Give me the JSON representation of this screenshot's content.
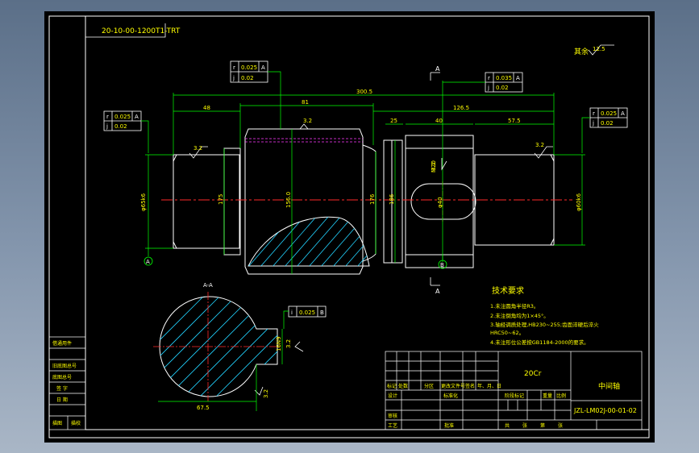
{
  "drawing": {
    "part_code_top": "20-10-00-1200T1-TRT",
    "roughness_rest": "其余",
    "roughness_rest_value": "12.5",
    "roughness_labels": {
      "r1": "3.2",
      "r2": "3.2",
      "r3": "3.2",
      "r4": "3.2",
      "r5": "3.2",
      "r6": "3.2"
    },
    "tolerance_frames": {
      "left": [
        {
          "sym": "r",
          "val": "0.025",
          "ref": "A"
        },
        {
          "sym": "j",
          "val": "0.02",
          "ref": ""
        }
      ],
      "top_left": [
        {
          "sym": "r",
          "val": "0.025",
          "ref": "A"
        },
        {
          "sym": "j",
          "val": "0.02",
          "ref": ""
        }
      ],
      "top_right": [
        {
          "sym": "r",
          "val": "0.035",
          "ref": "A"
        },
        {
          "sym": "j",
          "val": "0.02",
          "ref": ""
        }
      ],
      "right": [
        {
          "sym": "r",
          "val": "0.025",
          "ref": "A"
        },
        {
          "sym": "j",
          "val": "0.02",
          "ref": ""
        }
      ],
      "section": [
        {
          "sym": "i",
          "val": "0.025",
          "ref": "B"
        }
      ]
    },
    "dims": {
      "overall": "300.5",
      "d48": "48",
      "d81": "81",
      "d125": "126.5",
      "d25": "25",
      "d40": "40",
      "d57": "57.5",
      "dia175": "175",
      "dia1005": "156.0",
      "dia176": "176",
      "dia186": "186",
      "left_shaft": "φ65k6",
      "right_shaft": "φ60k6",
      "key_w": "φ40",
      "key_d": "M20",
      "sec_width": "16N9",
      "sec_depth": "67.5"
    },
    "datums": {
      "a": "A",
      "b": "B"
    },
    "section_label": "A-A",
    "tech_title": "技术要求",
    "tech_lines": [
      "1.未注圆角半径R3。",
      "2.未注倒角均为1×45°。",
      "3.轴经调质处理,HB230~255;齿面淬硬后淬火",
      "HRC50~62。",
      "4.未注形位公差按GB1184-2000的要求。"
    ]
  },
  "left_strip": [
    "借通用件",
    "",
    "旧底图总号",
    "底图总号",
    "签  字",
    "日  期",
    "描图",
    "描校"
  ],
  "title_block": {
    "material": "20Cr",
    "part_name": "中间轴",
    "drawing_no": "JZL-LM02J-00-01-02",
    "header_cells": [
      "标记",
      "处数",
      "分区",
      "更改文件号",
      "签名",
      "年、月、日"
    ],
    "row_design": [
      "设计",
      "",
      "",
      "标准化",
      ""
    ],
    "row_check": [
      "审核",
      ""
    ],
    "row_process": [
      "工艺",
      "",
      "",
      "批准",
      ""
    ],
    "stage_headers": [
      "阶段标记",
      "重量",
      "比例"
    ],
    "sheet_cells": [
      "共",
      "张",
      "第",
      "张"
    ]
  }
}
